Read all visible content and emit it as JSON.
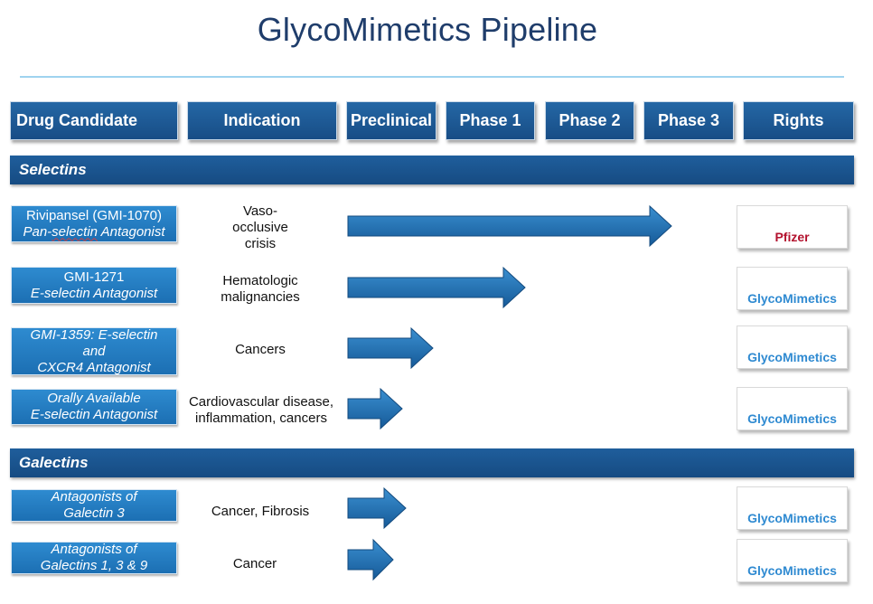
{
  "title": "GlycoMimetics Pipeline",
  "headers": {
    "drug_candidate": "Drug Candidate",
    "indication": "Indication",
    "preclinical": "Preclinical",
    "phase1": "Phase 1",
    "phase2": "Phase 2",
    "phase3": "Phase 3",
    "rights": "Rights"
  },
  "colors": {
    "header_blue": "#184d86",
    "candidate_blue": "#1c6fb3",
    "arrow_blue": "#1f6fb0",
    "pfizer_red": "#b3122e",
    "glyco_blue": "#2f8ad1"
  },
  "sections": {
    "selectins": "Selectins",
    "galectins": "Galectins"
  },
  "rows": [
    {
      "line1": "Rivipansel (GMI-1070)",
      "line2_pre": "Pan-",
      "line2_ul": "selectin",
      "line2_post": " Antagonist",
      "indication": "Vaso-occlusive crisis",
      "progress_phase": "Phase 3",
      "rights": "Pfizer"
    },
    {
      "line1": "GMI-1271",
      "line2": "E-selectin Antagonist",
      "indication": "Hematologic malignancies",
      "progress_phase": "Phase 2",
      "rights": "GlycoMimetics"
    },
    {
      "line1": "GMI-1359: E-selectin",
      "line2": "and",
      "line3": "CXCR4 Antagonist",
      "indication": "Cancers",
      "progress_phase": "Phase 1",
      "rights": "GlycoMimetics"
    },
    {
      "line1": "Orally Available",
      "line2": "E-selectin Antagonist",
      "indication": "Cardiovascular disease, inflammation, cancers",
      "progress_phase": "Preclinical",
      "rights": "GlycoMimetics"
    },
    {
      "line1": "Antagonists of",
      "line2": "Galectin 3",
      "indication": "Cancer, Fibrosis",
      "progress_phase": "Preclinical",
      "rights": "GlycoMimetics"
    },
    {
      "line1": "Antagonists of",
      "line2": "Galectins 1, 3 & 9",
      "indication": "Cancer",
      "progress_phase": "Preclinical",
      "rights": "GlycoMimetics"
    }
  ]
}
